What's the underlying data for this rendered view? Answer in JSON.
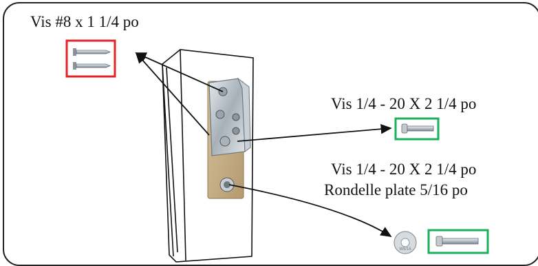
{
  "labels": {
    "wood_screw": "Vis #8 x 1 1/4 po",
    "bolt_top": "Vis 1/4 - 20 X 2 1/4 po",
    "bolt_bottom": "Vis 1/4 - 20 X 2 1/4 po",
    "washer": "Rondelle plate 5/16 po"
  },
  "washer_stamp": "W5/16",
  "colors": {
    "highlight_red": "#e32126",
    "highlight_green": "#19b25a",
    "line": "#111111",
    "wood": "#c8b08a",
    "zinc": "#b9c1c8"
  },
  "icons": [
    "wood-screw-icon",
    "machine-bolt-icon",
    "flat-washer-icon",
    "corner-bracket-icon"
  ]
}
